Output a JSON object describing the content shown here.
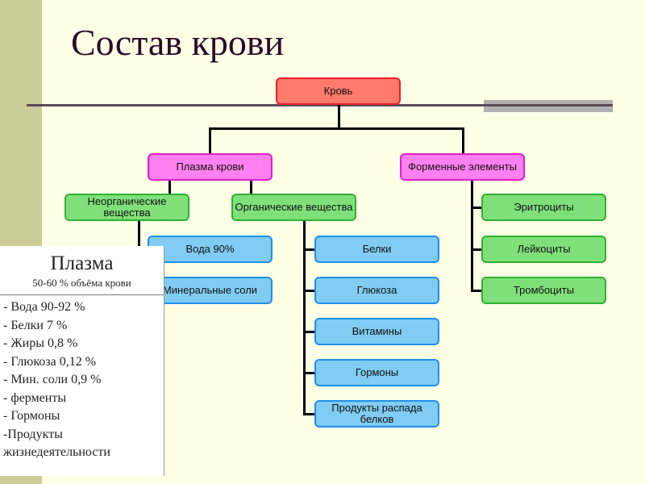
{
  "title": "Состав крови",
  "diagram": {
    "root": "Кровь",
    "plasma": "Плазма крови",
    "formed": "Форменные элементы",
    "inorganic": "Неорганические вещества",
    "organic": "Органические вещества",
    "inorganic_items": [
      "Вода 90%",
      "Минеральные соли"
    ],
    "organic_items": [
      "Белки",
      "Глюкоза",
      "Витамины",
      "Гормоны",
      "Продукты распада белков"
    ],
    "formed_items": [
      "Эритроциты",
      "Лейкоциты",
      "Тромбоциты"
    ]
  },
  "panel": {
    "title": "Плазма",
    "subtitle": "50-60 % объёма крови",
    "items": [
      "- Вода 90-92 %",
      "- Белки 7 %",
      "- Жиры 0,8 %",
      "- Глюкоза 0,12 %",
      "- Мин. соли  0,9 %",
      "- ферменты",
      "- Гормоны",
      "-Продукты",
      "жизнедеятельности"
    ]
  },
  "colors": {
    "root": "#ff7a6a",
    "level2": "#ff80f0",
    "green": "#7fe07a",
    "blue": "#80ccf2"
  }
}
